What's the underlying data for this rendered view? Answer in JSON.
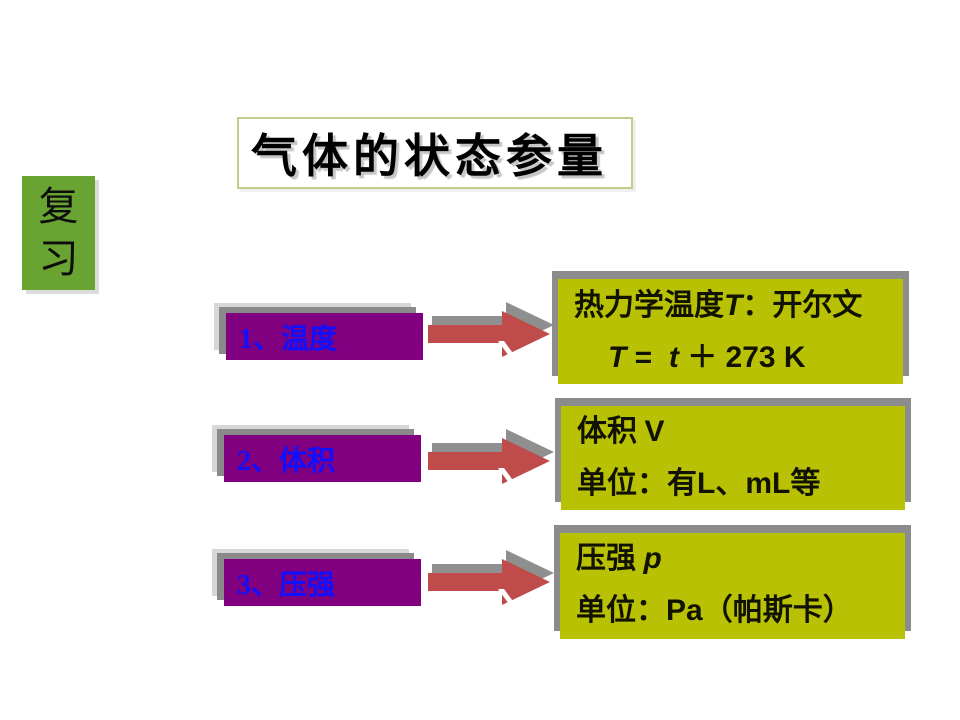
{
  "slide": {
    "title": {
      "text": "气体的状态参量"
    },
    "review": {
      "text": "复习"
    },
    "colors": {
      "panel_yellow": "#b9c104",
      "panel_purple": "#800080",
      "label_blue": "#1010ff",
      "arrow_red": "#bf4b4b",
      "arrow_shadow": "#8f8f8f",
      "shadow_dark": "#8c8c8c",
      "shadow_light": "#d7d7d7",
      "title_border": "#c2cd8b",
      "review_green": "#69a331"
    },
    "rows": {
      "r1": {
        "label": "1、温度",
        "line1_pre": "热力学温度",
        "line1_var": "T",
        "line1_post": "：开尔文",
        "line2_var1": "T",
        "line2_eq": " =  ",
        "line2_var2": "t",
        "line2_tail": " ＋ 273 K"
      },
      "r2": {
        "label": "2、体积",
        "line1_pre": "体积 ",
        "line1_var": "V",
        "line2_pre": "单位：有",
        "line2_u1": "L",
        "line2_sep": "、",
        "line2_u2": "mL",
        "line2_tail": "等"
      },
      "r3": {
        "label": "3、压强",
        "line1_pre": "压强 ",
        "line1_var": "p",
        "line2_pre": "单位：",
        "line2_u1": "Pa",
        "line2_tail": "（帕斯卡）"
      }
    }
  }
}
